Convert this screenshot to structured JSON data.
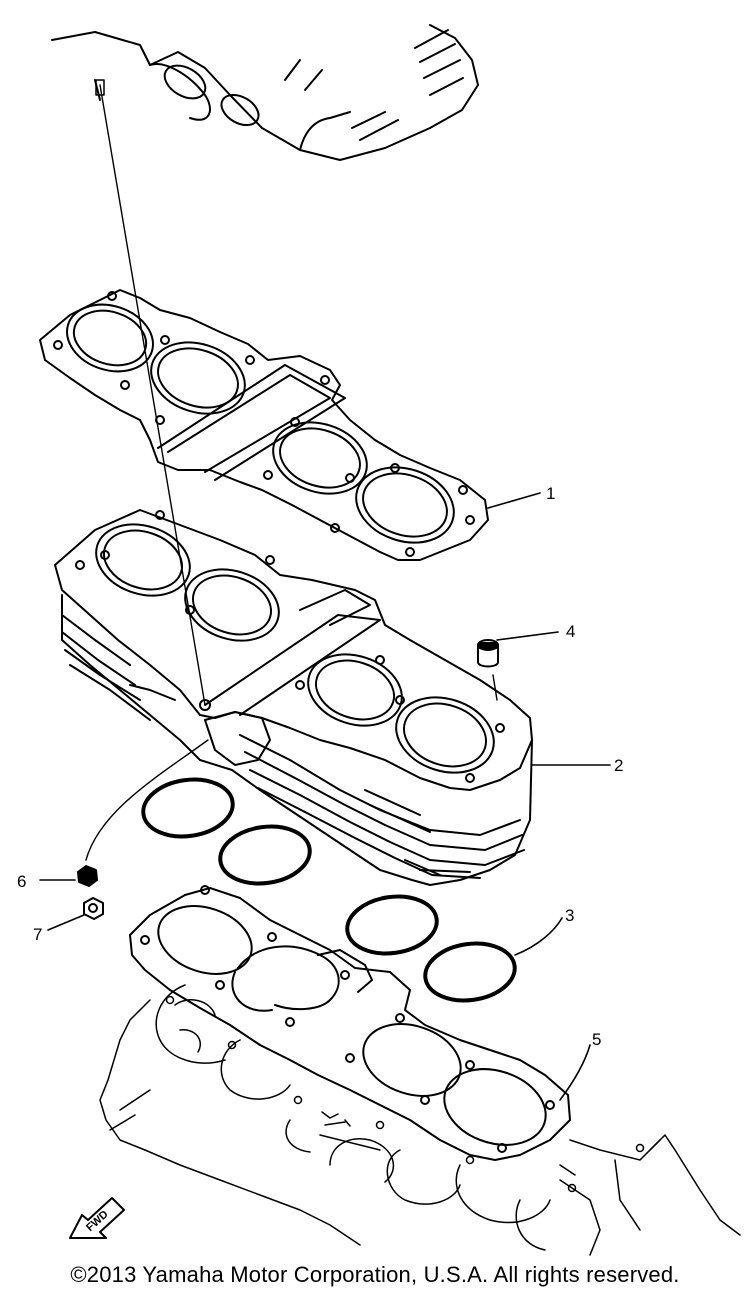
{
  "callouts": {
    "head_gasket": "1",
    "cylinder": "2",
    "o_ring": "3",
    "dowel_pin": "4",
    "base_gasket": "5",
    "nut": "6",
    "nut_small": "7"
  },
  "forward_marker": "FWD",
  "footer": {
    "copyright": "©2013 Yamaha Motor Corporation, U.S.A. All rights reserved."
  }
}
